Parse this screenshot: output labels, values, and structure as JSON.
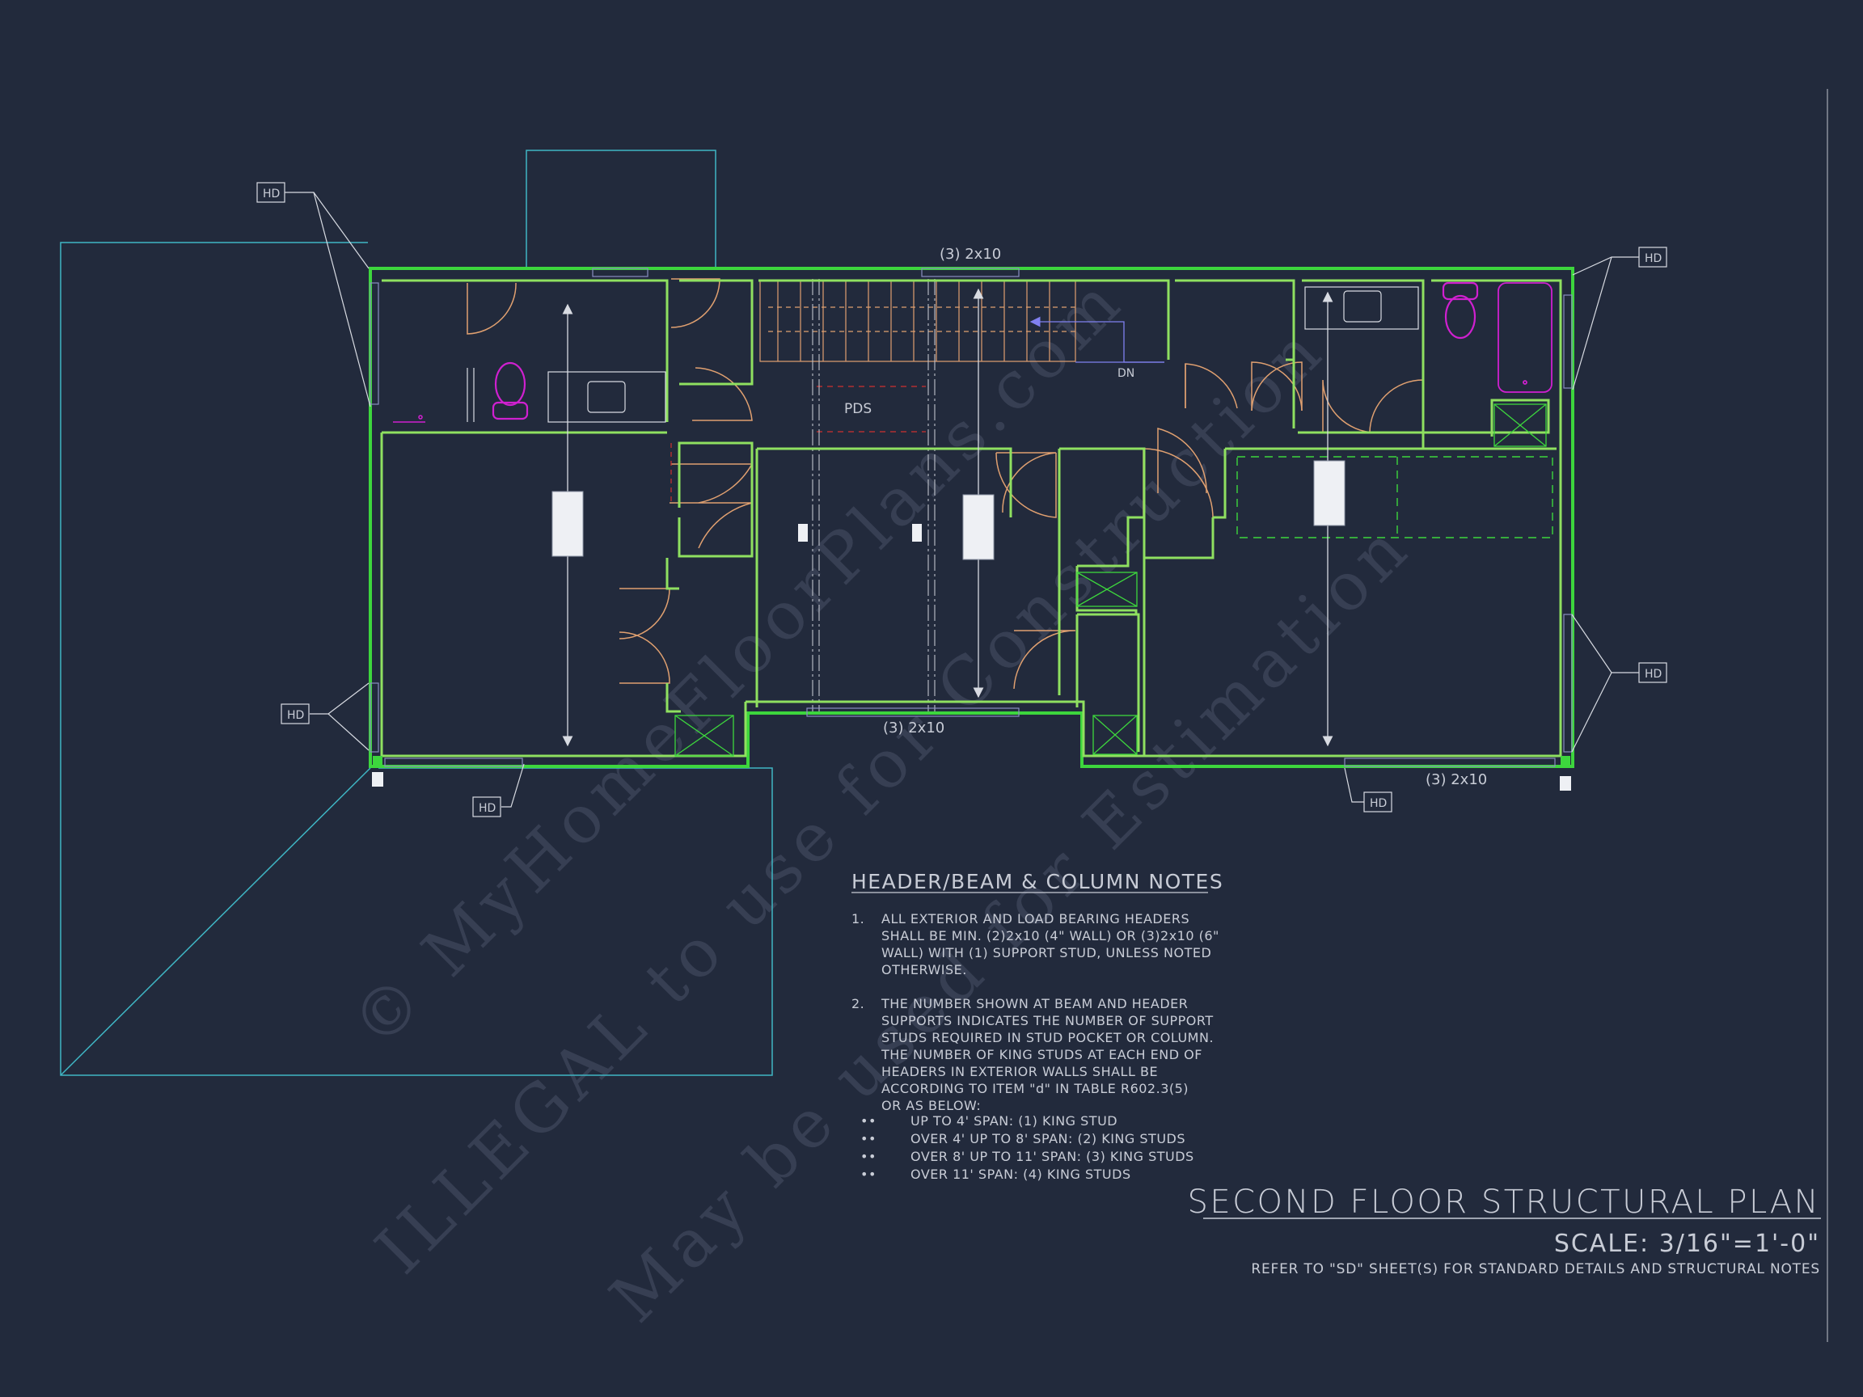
{
  "sheet": {
    "title": "SECOND FLOOR STRUCTURAL PLAN",
    "scale_label": "SCALE: ",
    "scale_value": "3/16\"=1'-0\"",
    "reference_note": "REFER TO \"SD\" SHEET(S) FOR STANDARD DETAILS AND STRUCTURAL NOTES"
  },
  "watermark": {
    "line1": "© MyHomeFloorPlans.com",
    "line2": "ILLEGAL to use for Construction",
    "line3": "May be used for Estimation"
  },
  "plan_labels": {
    "header_top": "(3) 2x10",
    "header_middle": "(3) 2x10",
    "header_bottom_right": "(3) 2x10",
    "pds": "PDS",
    "down": "DN",
    "hd_tags": [
      "HD",
      "HD",
      "HD",
      "HD",
      "HD",
      "HD"
    ]
  },
  "notes": {
    "heading": "HEADER/BEAM & COLUMN NOTES",
    "items": [
      {
        "number": "1.",
        "lines": [
          "ALL EXTERIOR AND LOAD BEARING HEADERS",
          "SHALL BE MIN. (2)2x10 (4\" WALL) OR (3)2x10 (6\"",
          "WALL) WITH (1) SUPPORT STUD, UNLESS NOTED",
          "OTHERWISE."
        ]
      },
      {
        "number": "2.",
        "lines": [
          "THE NUMBER SHOWN AT BEAM AND HEADER",
          "SUPPORTS INDICATES THE NUMBER OF SUPPORT",
          "STUDS REQUIRED IN STUD POCKET OR COLUMN.",
          "THE NUMBER OF KING STUDS AT EACH END OF",
          "HEADERS IN EXTERIOR WALLS SHALL BE",
          "ACCORDING TO ITEM \"d\" IN TABLE R602.3(5)",
          "OR AS BELOW:"
        ]
      }
    ],
    "bullet_symbol": "••",
    "bullets": [
      "UP TO 4' SPAN: (1) KING STUD",
      "OVER 4' UP TO 8' SPAN: (2) KING STUDS",
      "OVER 8' UP TO 11' SPAN: (3) KING STUDS",
      "OVER 11' SPAN: (4) KING STUDS"
    ]
  },
  "colors": {
    "background": "#222a3c",
    "wall": "#3dd63d",
    "wall_inner": "#8fe060",
    "outline": "#3fb6c4",
    "door": "#e0a070",
    "fixture": "#d020d0",
    "text": "#c8ccd6",
    "dim": "#d8dbe2",
    "stair_arrow": "#8080f0",
    "red": "#d03030"
  },
  "icons": [
    "toilet-icon",
    "bathtub-icon",
    "sink-icon",
    "stair-icon",
    "column-post-icon"
  ]
}
